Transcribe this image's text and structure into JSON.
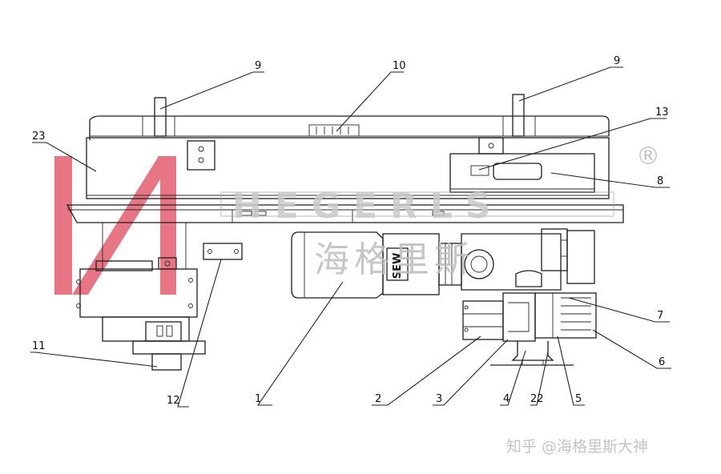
{
  "callouts": [
    "9",
    "10",
    "9",
    "13",
    "23",
    "8",
    "7",
    "6",
    "11",
    "12",
    "1",
    "2",
    "3",
    "4",
    "22",
    "5"
  ],
  "motor_label": "SEW",
  "watermark": {
    "latin": "HEGERLS",
    "cjk": "海格里斯",
    "mark": "®",
    "accent_color": "#e0485a"
  },
  "credit": "知乎 @海格里斯大神"
}
